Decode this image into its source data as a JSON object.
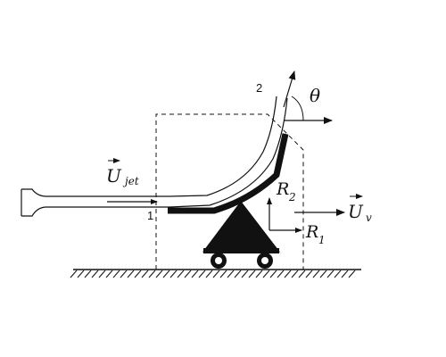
{
  "labels": {
    "inlet_station": "1",
    "outlet_station": "2",
    "angle": "θ",
    "jet_velocity_symbol": "U",
    "jet_velocity_sub": "jet",
    "vane_velocity_symbol": "U",
    "vane_velocity_sub": "v",
    "reaction_vertical_symbol": "R",
    "reaction_vertical_sub": "2",
    "reaction_horizontal_symbol": "R",
    "reaction_horizontal_sub": "1"
  },
  "colors": {
    "stroke": "#111111",
    "fill": "#111111",
    "background": "#ffffff"
  }
}
